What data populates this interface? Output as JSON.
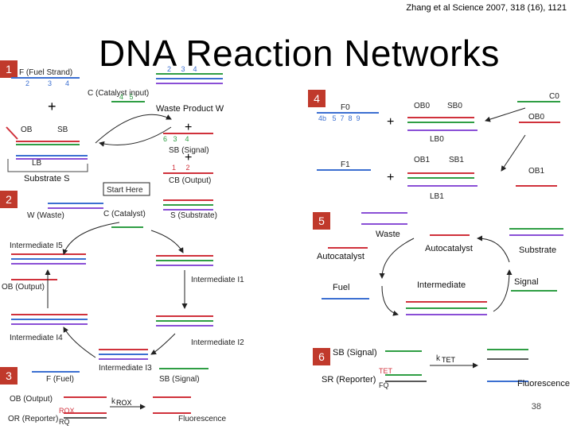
{
  "citation": "Zhang et al Science 2007, 318 (16), 1121",
  "title": "DNA Reaction Networks",
  "markers": [
    "1",
    "2",
    "3",
    "4",
    "5",
    "6"
  ],
  "page_number": "38",
  "panel1": {
    "fuel": "F (Fuel Strand)",
    "catalyst_input": "C (Catalyst input)",
    "waste": "Waste Product W",
    "substrate": "Substrate S",
    "signal": "SB (Signal)",
    "output": "CB (Output)",
    "ob": "OB",
    "sb": "SB",
    "lb": "LB",
    "plus": "+"
  },
  "panel2": {
    "start_here": "Start Here",
    "w_waste": "W (Waste)",
    "c_catalyst": "C (Catalyst)",
    "s_substrate": "S (Substrate)",
    "i5": "Intermediate I5",
    "i1": "Intermediate I1",
    "i4": "Intermediate I4",
    "i2": "Intermediate I2",
    "i3": "Intermediate I3",
    "ob_output": "OB (Output)",
    "f_fuel": "F (Fuel)",
    "sb_signal": "SB (Signal)"
  },
  "panel3": {
    "ob_output": "OB (Output)",
    "or_reporter": "OR (Reporter)",
    "kROX": "k",
    "kROX_sub": "ROX",
    "fluorescence": "Fluorescence",
    "rox": "ROX",
    "rq": "RQ"
  },
  "panel4": {
    "f0": "F0",
    "f1": "F1",
    "ob0": "OB0",
    "sb0": "SB0",
    "lb0": "LB0",
    "ob1": "OB1",
    "sb1": "SB1",
    "lb1": "LB1",
    "c0": "C0",
    "ob0_out": "OB0",
    "ob1_out": "OB1"
  },
  "panel5": {
    "waste": "Waste",
    "autocatalyst_left": "Autocatalyst",
    "autocatalyst_top": "Autocatalyst",
    "substrate": "Substrate",
    "fuel": "Fuel",
    "intermediate": "Intermediate",
    "signal": "Signal"
  },
  "panel6": {
    "sb_signal": "SB (Signal)",
    "sr_reporter": "SR (Reporter)",
    "k": "k",
    "k_sub": "TET",
    "fluorescence": "Fluorescence",
    "fq": "FQ",
    "tet": "TET"
  },
  "colors": {
    "strand_blue": "#3b6fd1",
    "strand_red": "#d0313b",
    "strand_green": "#2f9e44",
    "strand_purple": "#8a4fd6",
    "marker": "#c0392b"
  }
}
